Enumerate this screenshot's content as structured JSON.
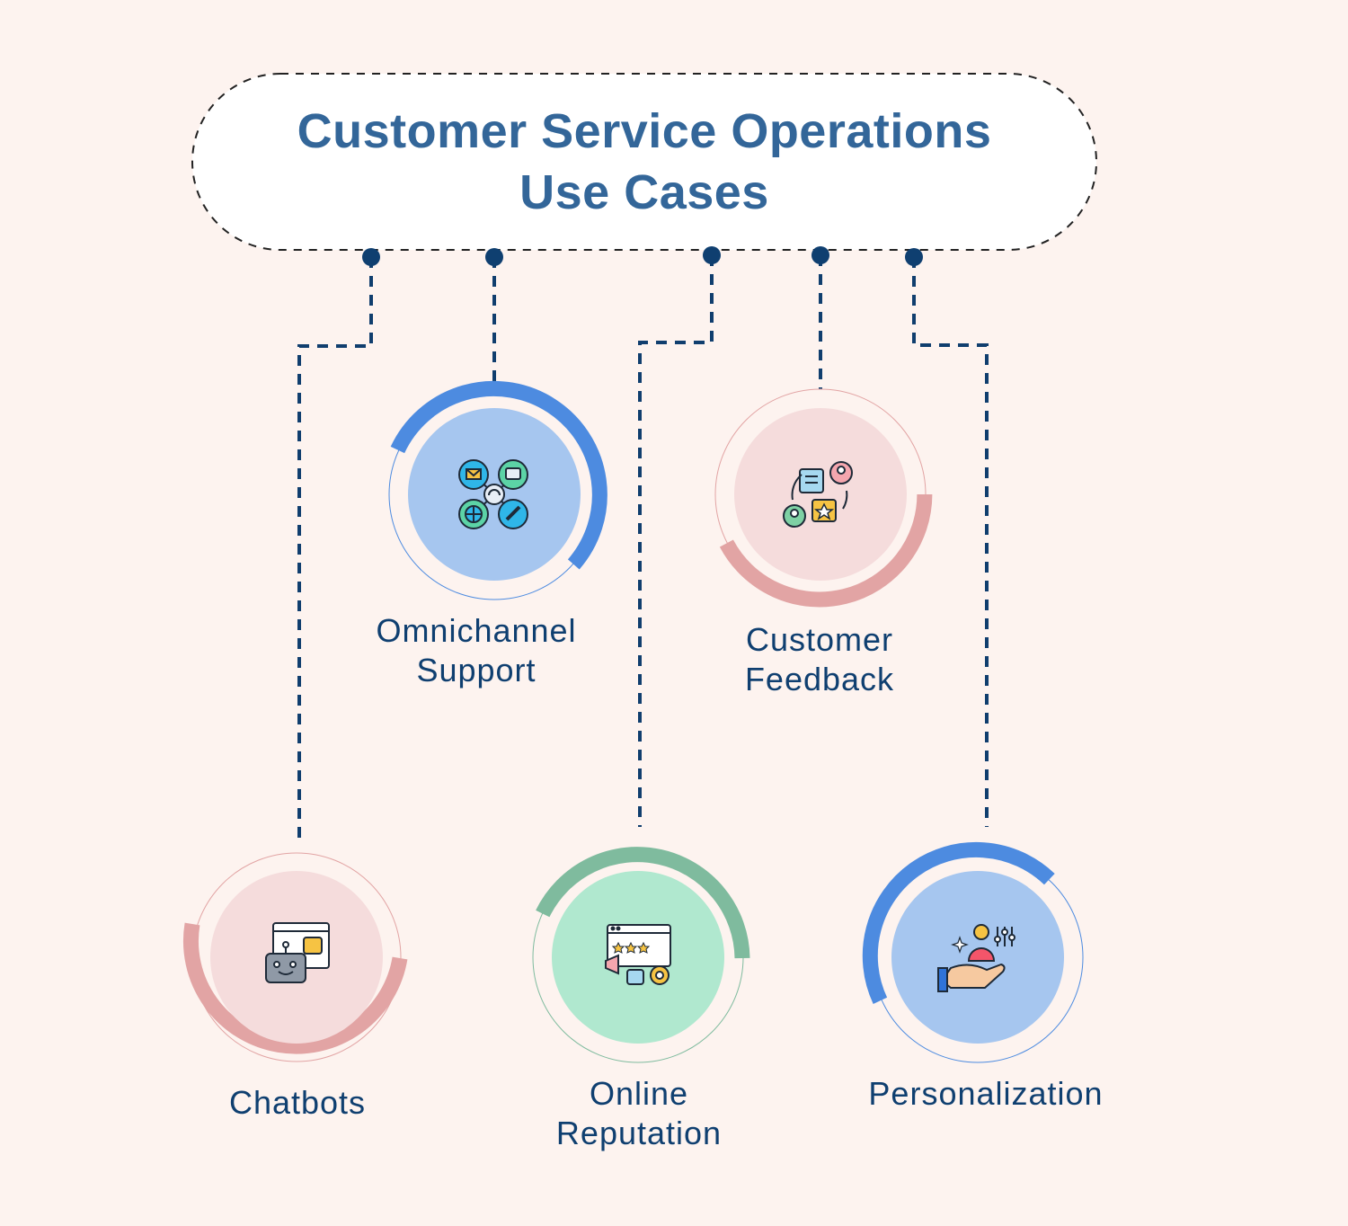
{
  "title": {
    "line1": "Customer Service Operations",
    "line2": "Use Cases"
  },
  "colors": {
    "background": "#fdf3ef",
    "title": "#336699",
    "label": "#0f3f70",
    "connector": "#103e6e",
    "blue_arc": "#4d8be0",
    "blue_fill": "#a6c6ef",
    "pink_arc": "#e2a4a4",
    "pink_fill": "#f5dcdc",
    "green_arc": "#7fbb9e",
    "green_fill": "#b0e8cf"
  },
  "use_cases": [
    {
      "id": "omnichannel",
      "line1": "Omnichannel",
      "line2": "Support",
      "icon": "omnichannel-icon",
      "theme": "blue"
    },
    {
      "id": "feedback",
      "line1": "Customer",
      "line2": "Feedback",
      "icon": "feedback-icon",
      "theme": "pink"
    },
    {
      "id": "chatbots",
      "line1": "Chatbots",
      "line2": "",
      "icon": "chatbot-icon",
      "theme": "pink"
    },
    {
      "id": "reputation",
      "line1": "Online",
      "line2": "Reputation",
      "icon": "reputation-icon",
      "theme": "green"
    },
    {
      "id": "personalization",
      "line1": "Personalization",
      "line2": "",
      "icon": "personalization-icon",
      "theme": "blue"
    }
  ]
}
